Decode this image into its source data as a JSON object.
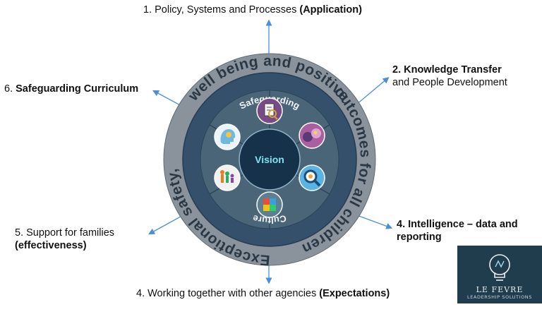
{
  "ring_text": {
    "top": "well being and positive",
    "right": "outcomes for all children",
    "left": "Exceptional safety,"
  },
  "inner_labels": {
    "top": "Safeguarding",
    "bottom": "Culture"
  },
  "center": "Vision",
  "labels": {
    "l1_plain": "1. Policy, Systems and Processes ",
    "l1_bold": "(Application)",
    "l2_bold": "2. Knowledge Transfer",
    "l2_plain": "and People Development",
    "l3_bold_1": "4. Intelligence – data and",
    "l3_bold_2": "reporting",
    "l4_plain": "4. Working together with other agencies ",
    "l4_bold": "(Expectations)",
    "l5_plain": "5. Support for families",
    "l5_bold": "(effectiveness)",
    "l6_plain": "6. ",
    "l6_bold": "Safeguarding Curriculum"
  },
  "logo": {
    "name": "LE FEVRE",
    "sub": "LEADERSHIP SOLUTIONS"
  },
  "colors": {
    "arrow": "#4a8fd8",
    "outer_ring": "#8a939b",
    "band": "#34506a",
    "segments": "#4a6578",
    "center": "#16324b",
    "vision_text": "#7fe3f2",
    "logo_bg": "#1f3d4d"
  },
  "icons": [
    "policy-document-icon",
    "knowledge-transfer-icon",
    "intelligence-magnifier-icon",
    "agencies-puzzle-icon",
    "families-icon",
    "curriculum-head-icon"
  ]
}
